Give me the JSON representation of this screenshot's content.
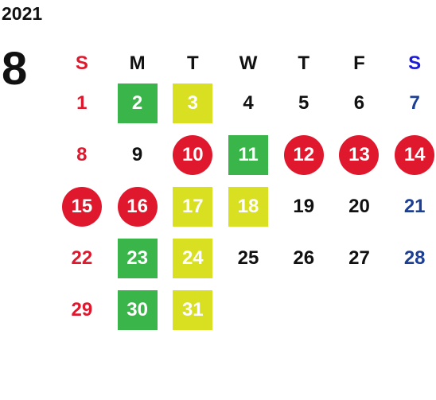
{
  "calendar": {
    "year": "2021",
    "month": "8",
    "weekdays": [
      "S",
      "M",
      "T",
      "W",
      "T",
      "F",
      "S"
    ],
    "weeks": [
      [
        {
          "d": "1",
          "c": ""
        },
        {
          "d": "2",
          "c": "green"
        },
        {
          "d": "3",
          "c": "yellow"
        },
        {
          "d": "4",
          "c": ""
        },
        {
          "d": "5",
          "c": ""
        },
        {
          "d": "6",
          "c": ""
        },
        {
          "d": "7",
          "c": ""
        }
      ],
      [
        {
          "d": "8",
          "c": ""
        },
        {
          "d": "9",
          "c": ""
        },
        {
          "d": "10",
          "c": "red"
        },
        {
          "d": "11",
          "c": "green"
        },
        {
          "d": "12",
          "c": "red"
        },
        {
          "d": "13",
          "c": "red"
        },
        {
          "d": "14",
          "c": "red"
        }
      ],
      [
        {
          "d": "15",
          "c": "red"
        },
        {
          "d": "16",
          "c": "red"
        },
        {
          "d": "17",
          "c": "yellow"
        },
        {
          "d": "18",
          "c": "yellow"
        },
        {
          "d": "19",
          "c": ""
        },
        {
          "d": "20",
          "c": ""
        },
        {
          "d": "21",
          "c": ""
        }
      ],
      [
        {
          "d": "22",
          "c": ""
        },
        {
          "d": "23",
          "c": "green"
        },
        {
          "d": "24",
          "c": "yellow"
        },
        {
          "d": "25",
          "c": ""
        },
        {
          "d": "26",
          "c": ""
        },
        {
          "d": "27",
          "c": ""
        },
        {
          "d": "28",
          "c": ""
        }
      ],
      [
        {
          "d": "29",
          "c": ""
        },
        {
          "d": "30",
          "c": "green"
        },
        {
          "d": "31",
          "c": "yellow"
        },
        {
          "d": "",
          "c": ""
        },
        {
          "d": "",
          "c": ""
        },
        {
          "d": "",
          "c": ""
        },
        {
          "d": "",
          "c": ""
        }
      ]
    ]
  },
  "colors": {
    "green": "#3ab54a",
    "yellow": "#d9e021",
    "red": "#e0182d",
    "sunday_text": "#e0182d",
    "saturday_text": "#1c3f94"
  }
}
